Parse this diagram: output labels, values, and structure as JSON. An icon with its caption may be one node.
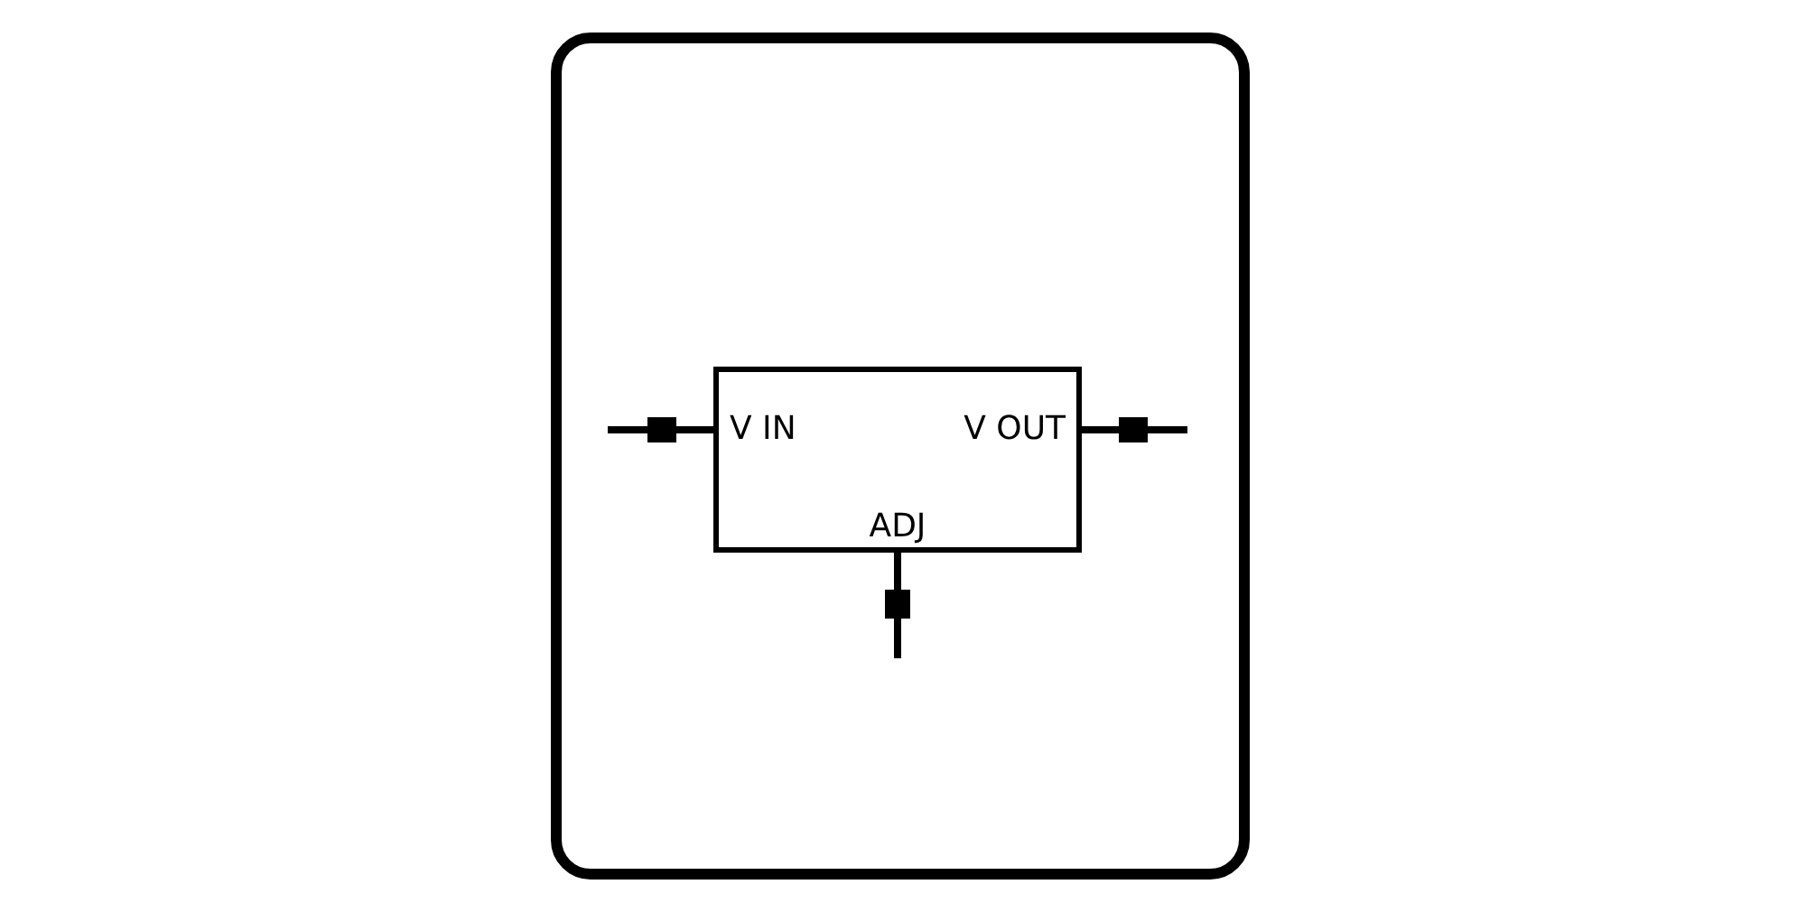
{
  "diagram": {
    "nodes": [
      {
        "text": [],
        "shape": "box"
      },
      {
        "text": [
          "V IN",
          "V OUT",
          "ADJ"
        ],
        "in": 0
      }
    ],
    "edges": [
      {
        "from": null,
        "to": 1,
        "arrow": "none"
      },
      {
        "from": 1,
        "to": null,
        "arrow": "none"
      },
      {
        "from": 1,
        "to": null,
        "arrow": "none"
      }
    ]
  }
}
